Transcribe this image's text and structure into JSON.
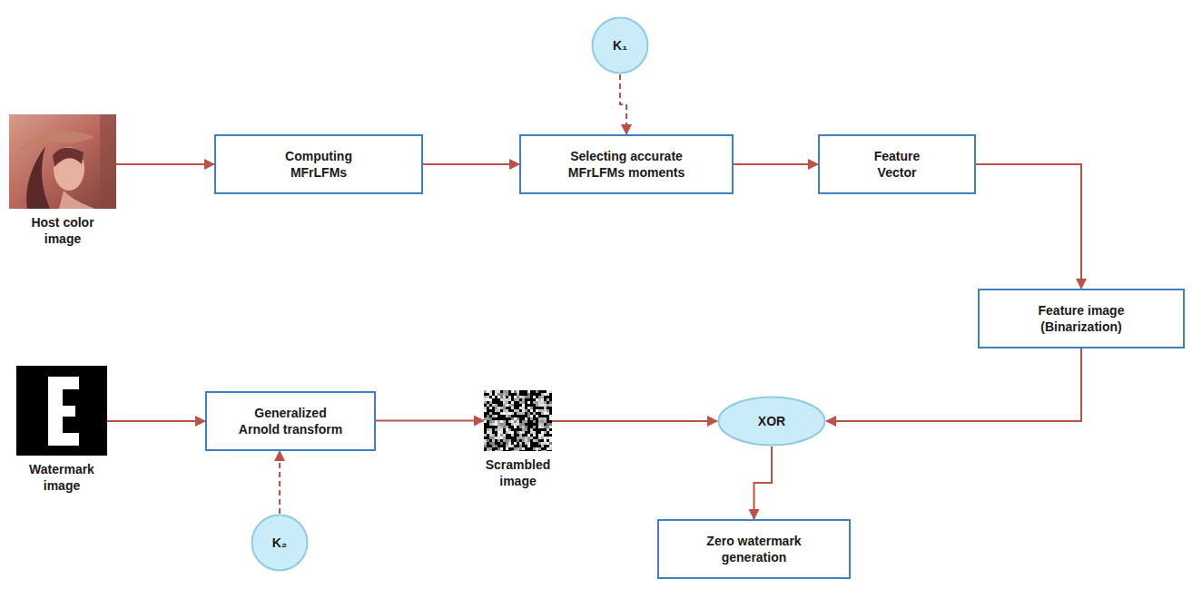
{
  "diagram": {
    "nodes": [
      {
        "text": [
          "Host color image"
        ]
      },
      {
        "text": [
          "K₁"
        ]
      },
      {
        "text": [
          "Computing MFrLFMs"
        ]
      },
      {
        "text": [
          "Selecting accurate MFrLFMs moments"
        ]
      },
      {
        "text": [
          "Feature Vector"
        ]
      },
      {
        "text": [
          "Feature image (Binarization)"
        ]
      },
      {
        "text": [
          "Watermark image"
        ]
      },
      {
        "text": [
          "Generalized Arnold transform"
        ]
      },
      {
        "text": [
          "K₂"
        ]
      },
      {
        "text": [
          "Scrambled image"
        ]
      },
      {
        "text": [
          "XOR"
        ]
      },
      {
        "text": [
          "Zero watermark generation"
        ]
      }
    ],
    "edges": [
      {
        "from": 0,
        "to": 2,
        "arrow": "to"
      },
      {
        "from": 2,
        "to": 3,
        "arrow": "to"
      },
      {
        "from": 1,
        "to": 3,
        "arrow": "to"
      },
      {
        "from": 3,
        "to": 4,
        "arrow": "to"
      },
      {
        "from": 4,
        "to": 5,
        "arrow": "to"
      },
      {
        "from": 5,
        "to": 10,
        "arrow": "to"
      },
      {
        "from": 6,
        "to": 7,
        "arrow": "to"
      },
      {
        "from": 8,
        "to": 7,
        "arrow": "to"
      },
      {
        "from": 7,
        "to": 9,
        "arrow": "to"
      },
      {
        "from": 9,
        "to": 10,
        "arrow": "to"
      },
      {
        "from": 10,
        "to": 11,
        "arrow": "to"
      }
    ]
  }
}
